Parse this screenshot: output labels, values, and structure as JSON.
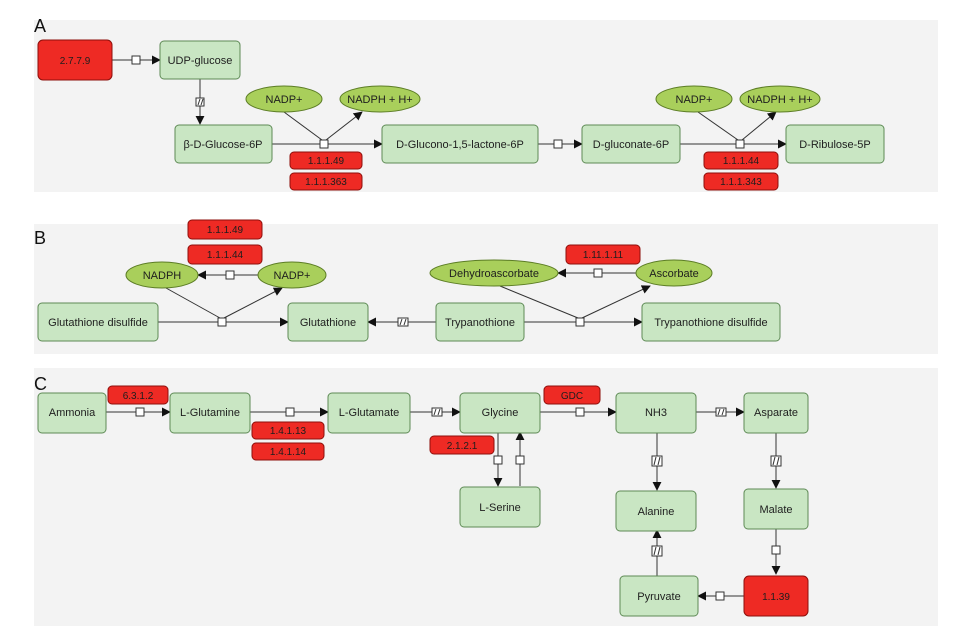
{
  "panels": [
    "A",
    "B",
    "C"
  ],
  "enzymes": {
    "e_27279": "2.7.7.9",
    "e_A_1149": "1.1.1.49",
    "e_A_11363": "1.1.1.363",
    "e_A_1144": "1.1.1.44",
    "e_A_11343": "1.1.1.343",
    "e_B_1149": "1.1.1.49",
    "e_B_1144": "1.1.1.44",
    "e_B_111111": "1.11.1.11",
    "e_6312": "6.3.1.2",
    "e_14113": "1.4.1.13",
    "e_14114": "1.4.1.14",
    "e_GDC": "GDC",
    "e_2121": "2.1.2.1",
    "e_1139": "1.1.39"
  },
  "metabolites": {
    "udp_glucose": "UDP-glucose",
    "b_glucose6p": "β-D-Glucose-6P",
    "glucono": "D-Glucono-1,5-lactone-6P",
    "gluconate": "D-gluconate-6P",
    "ribulose": "D-Ribulose-5P",
    "glut_disulfide": "Glutathione disulfide",
    "glutathione": "Glutathione",
    "trypanothione": "Trypanothione",
    "tryp_disulfide": "Trypanothione disulfide",
    "ammonia": "Ammonia",
    "l_glutamine": "L-Glutamine",
    "l_glutamate": "L-Glutamate",
    "glycine": "Glycine",
    "nh3": "NH3",
    "asparate": "Asparate",
    "l_serine": "L-Serine",
    "alanine": "Alanine",
    "malate": "Malate",
    "pyruvate": "Pyruvate"
  },
  "cofactors": {
    "A_nadp1": "NADP+",
    "A_nadph1": "NADPH + H+",
    "A_nadp2": "NADP+",
    "A_nadph2": "NADPH + H+",
    "B_nadph": "NADPH",
    "B_nadp": "NADP+",
    "B_dehydro": "Dehydroascorbate",
    "B_ascorbate": "Ascorbate"
  }
}
